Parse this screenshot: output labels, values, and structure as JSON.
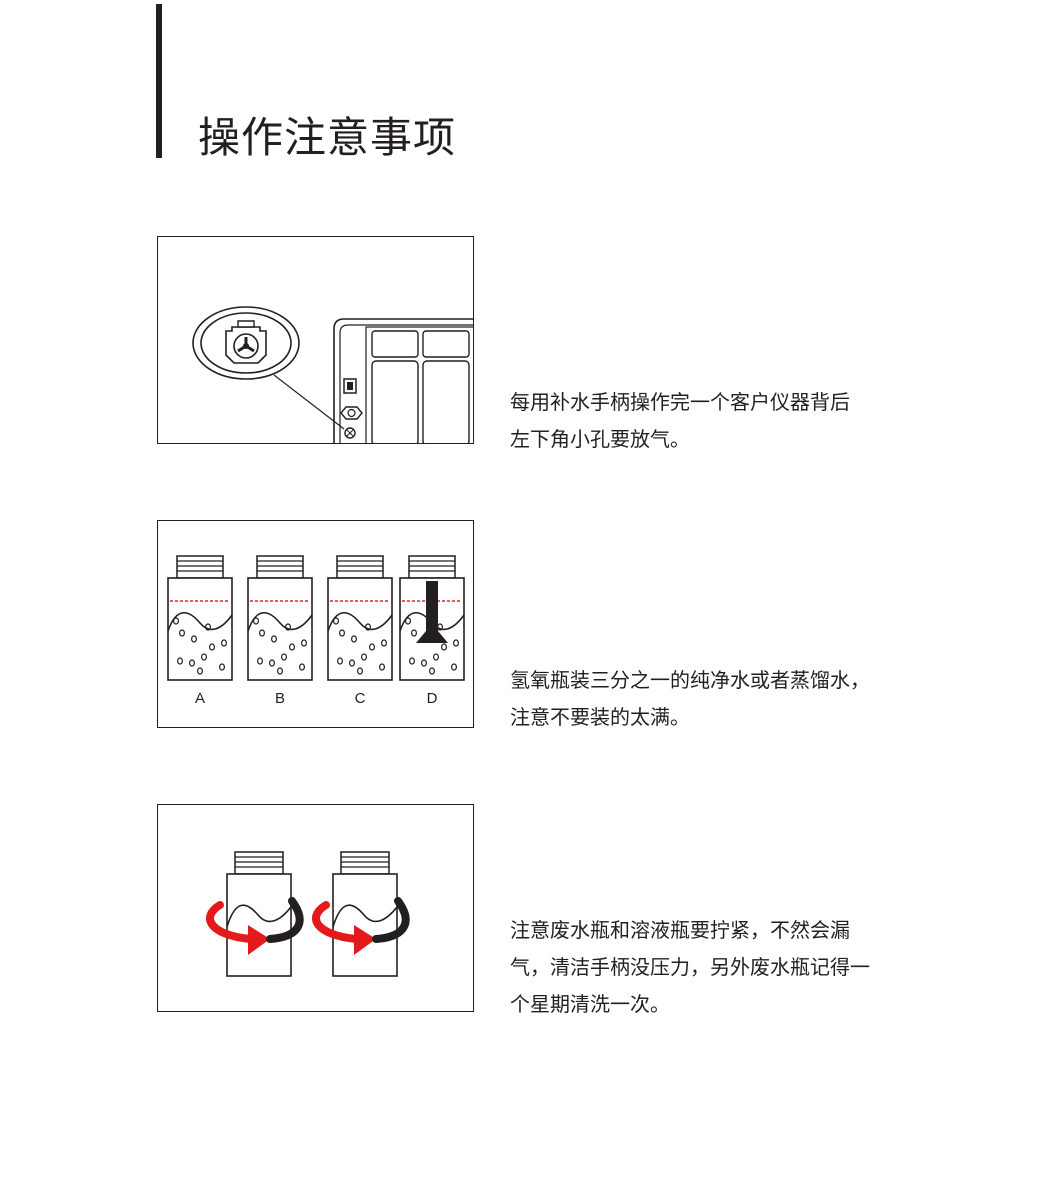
{
  "page": {
    "title": "操作注意事项"
  },
  "sections": [
    {
      "lines": [
        "每用补水手柄操作完一个客户仪器背后",
        "左下角小孔要放气。"
      ]
    },
    {
      "bottle_labels": [
        "A",
        "B",
        "C",
        "D"
      ],
      "lines": [
        "氢氧瓶装三分之一的纯净水或者蒸馏水，",
        "注意不要装的太满。"
      ]
    },
    {
      "lines": [
        "注意废水瓶和溶液瓶要拧紧，不然会漏",
        "气，清洁手柄没压力，另外废水瓶记得一",
        "个星期清洗一次。"
      ]
    }
  ],
  "colors": {
    "ink": "#231f20",
    "accent_red": "#e3191c",
    "fill_line_red": "#d9262e"
  },
  "icons": {
    "arrow": "rotate-arrow-icon",
    "vent": "vent-hole-icon"
  }
}
